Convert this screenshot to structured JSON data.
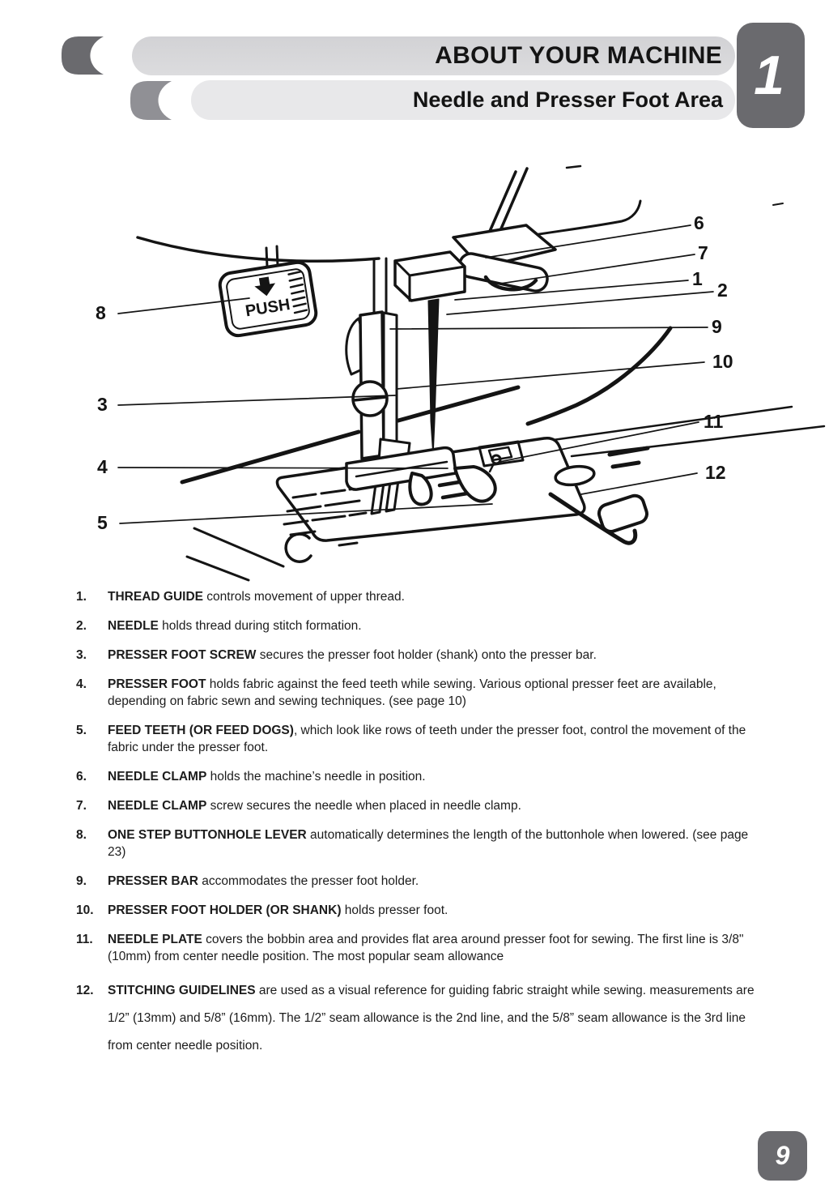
{
  "header": {
    "title": "ABOUT YOUR MACHINE",
    "subtitle": "Needle and Presser Foot Area",
    "chapter_number": "1"
  },
  "diagram": {
    "push_button_label": "PUSH",
    "callouts": [
      "1",
      "2",
      "3",
      "4",
      "5",
      "6",
      "7",
      "8",
      "9",
      "10",
      "11",
      "12"
    ]
  },
  "list": {
    "items": [
      {
        "number": "1.",
        "term": "THREAD GUIDE",
        "text": " controls movement of upper thread."
      },
      {
        "number": "2.",
        "term": "NEEDLE",
        "text": " holds thread during stitch formation."
      },
      {
        "number": "3.",
        "term": "PRESSER FOOT SCREW",
        "text": " secures the presser foot holder (shank) onto the presser bar."
      },
      {
        "number": "4.",
        "term": "PRESSER FOOT",
        "text": " holds fabric against the feed teeth while sewing. Various optional presser feet are available, depending on fabric sewn and sewing techniques. (see page 10)"
      },
      {
        "number": "5.",
        "term": "FEED TEETH (OR FEED DOGS)",
        "text": ", which look like rows of teeth under the presser foot, control the movement of the fabric under the presser foot."
      },
      {
        "number": "6.",
        "term": "NEEDLE CLAMP",
        "text": " holds the machine’s needle in position."
      },
      {
        "number": "7.",
        "term": "NEEDLE CLAMP",
        "text": " screw secures the needle when placed in needle clamp."
      },
      {
        "number": "8.",
        "term": "ONE STEP BUTTONHOLE LEVER",
        "text": " automatically determines the length of the buttonhole when lowered. (see page 23)"
      },
      {
        "number": "9.",
        "term": "PRESSER BAR",
        "text": " accommodates the presser foot holder."
      },
      {
        "number": "10.",
        "term": "PRESSER FOOT HOLDER (OR SHANK)",
        "text": " holds presser foot."
      },
      {
        "number": "11.",
        "term": "NEEDLE PLATE",
        "text": " covers the bobbin area and provides flat area around presser foot for sewing. The first line is 3/8\" (10mm) from center needle position.  The most popular seam allowance"
      },
      {
        "number": "12.",
        "term": "STITCHING GUIDELINES",
        "text": " are used as a visual reference for guiding fabric straight while sewing. measurements are 1/2” (13mm) and 5/8” (16mm). The 1/2” seam allowance is the 2nd line, and the 5/8” seam allowance is the 3rd line from center needle position."
      }
    ]
  },
  "footer": {
    "page_number": "9"
  }
}
